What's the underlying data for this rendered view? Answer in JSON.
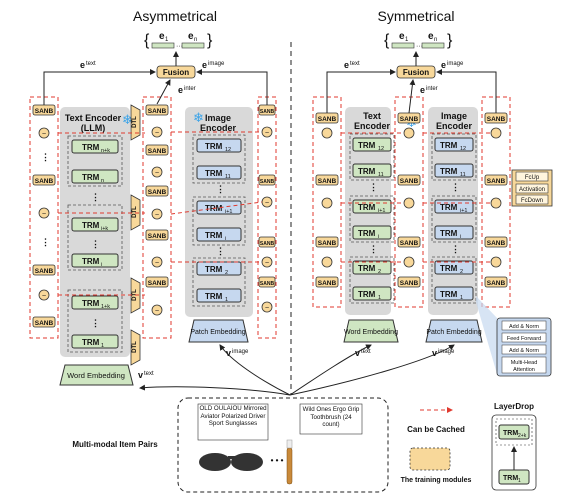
{
  "titles": {
    "left": "Asymmetrical",
    "right": "Symmetrical"
  },
  "output": {
    "e1": "e",
    "sub1": "1",
    "en": "e",
    "subn": "n",
    "dots": "···"
  },
  "labels": {
    "fusion": "Fusion",
    "sanb": "SANB",
    "e_text": "e",
    "e_text_sup": "text",
    "e_image": "e",
    "e_image_sup": "image",
    "e_inter": "e",
    "e_inter_sup": "inter",
    "v_text": "v",
    "v_text_sup": "text",
    "v_image": "v",
    "v_image_sup": "image",
    "dtl": "DTL",
    "dots": "…"
  },
  "left": {
    "text_encoder_title": "Text Encoder",
    "text_encoder_sub": "(LLM)",
    "text_trm": [
      "TRM",
      "TRM",
      "TRM",
      "TRM",
      "TRM",
      "TRM"
    ],
    "text_trm_sub": [
      "n+k",
      "n",
      "i+k",
      "i",
      "1+k",
      "1"
    ],
    "image_encoder_title": "Image",
    "image_encoder_title2": "Encoder",
    "image_trm_sub": [
      "12",
      "11",
      "i+1",
      "i",
      "2",
      "1"
    ],
    "word_embedding": "Word Embedding",
    "patch_embedding": "Patch Embedding"
  },
  "right": {
    "text_encoder_title": "Text",
    "text_encoder_title2": "Encoder",
    "image_encoder_title": "Image",
    "image_encoder_title2": "Encoder",
    "text_trm_sub": [
      "12",
      "11",
      "i+1",
      "i",
      "2",
      "1"
    ],
    "image_trm_sub": [
      "12",
      "11",
      "i+1",
      "i",
      "2",
      "1"
    ],
    "word_embedding": "Word Embedding",
    "patch_embedding": "Patch Embedding",
    "adapter": [
      "FcUp",
      "Activation",
      "FcDown"
    ],
    "transformer_block": [
      "Add & Norm",
      "Feed Forward",
      "Add & Norm",
      "Multi-Head Attention"
    ]
  },
  "legend": {
    "cached": "Can be Cached",
    "training": "The training modules",
    "layerdrop": "LayerDrop",
    "ld_trm_top": "TRM",
    "ld_trm_top_sub": "2+k",
    "ld_trm_bot": "TRM",
    "ld_trm_bot_sub": "1"
  },
  "items": {
    "title": "Multi-modal Item Pairs",
    "desc1": "OLD  OULAIOU Mirrored  Aviator Polarized  Driver Sport Sunglasses",
    "desc2": "Wild Ones Ergo Grip Toothbrush (24 count)",
    "ellipsis": "• • •"
  }
}
